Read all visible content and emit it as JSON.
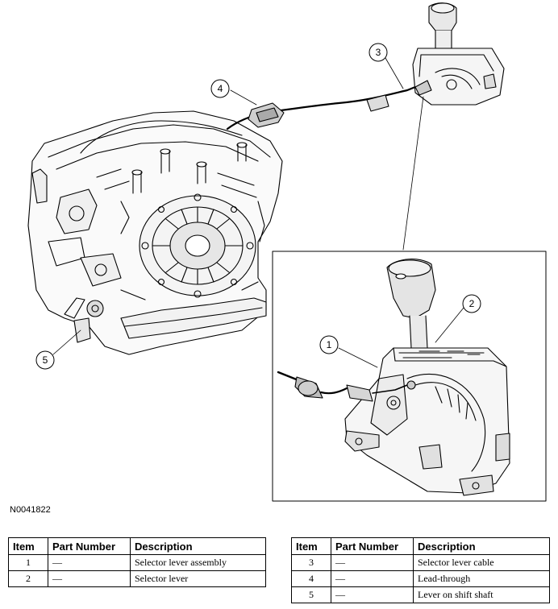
{
  "figure_id": "N0041822",
  "callouts": [
    "1",
    "2",
    "3",
    "4",
    "5"
  ],
  "table": {
    "headers": [
      "Item",
      "Part Number",
      "Description"
    ],
    "left_rows": [
      {
        "item": "1",
        "part_number": "—",
        "description": "Selector lever assembly"
      },
      {
        "item": "2",
        "part_number": "—",
        "description": "Selector lever"
      }
    ],
    "right_rows": [
      {
        "item": "3",
        "part_number": "—",
        "description": "Selector lever cable"
      },
      {
        "item": "4",
        "part_number": "—",
        "description": "Lead-through"
      },
      {
        "item": "5",
        "part_number": "—",
        "description": "Lever on shift shaft"
      }
    ]
  }
}
